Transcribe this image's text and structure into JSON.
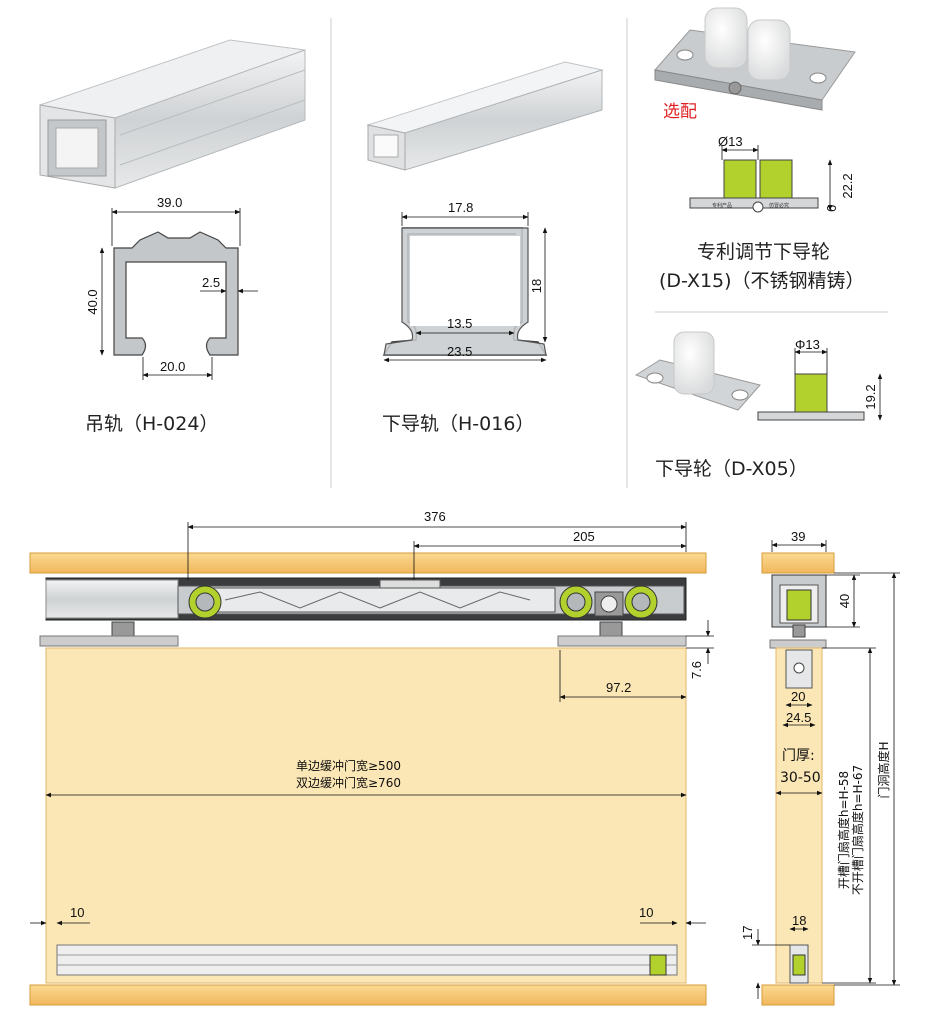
{
  "top": {
    "rail": {
      "caption": "吊轨（H-024）",
      "dims": {
        "width": "39.0",
        "height": "40.0",
        "bottom": "20.0",
        "wall": "2.5"
      }
    },
    "guide_rail": {
      "caption": "下导轨（H-016）",
      "dims": {
        "width": "17.8",
        "height": "18",
        "inner": "13.5",
        "bottom": "23.5"
      }
    },
    "optional": {
      "label": "选配",
      "wheel_dia": "Ø13",
      "wheel_height": "22.2",
      "wheel_offset": "6",
      "plate_text_1": "专利产品",
      "plate_text_2": "仿冒必究",
      "caption_line1": "专利调节下导轮",
      "caption_line2": "(D-X15)（不锈钢精铸）"
    },
    "guide_wheel": {
      "wheel_dia": "Φ13",
      "wheel_height": "19.2",
      "caption": "下导轮（D-X05）"
    }
  },
  "front": {
    "dims": {
      "overall": "376",
      "partial": "205",
      "offset": "97.2",
      "drop": "7.6",
      "left_gap": "10",
      "right_gap": "10"
    },
    "note_line1": "单边缓冲门宽≥500",
    "note_line2": "双边缓冲门宽≥760"
  },
  "side": {
    "dims": {
      "rail_width": "39",
      "rail_height": "40",
      "bracket_a": "20",
      "bracket_b": "24.5",
      "guide_width": "18",
      "guide_height": "17"
    },
    "thickness_label": "门厚:",
    "thickness_value": "30-50",
    "slotted_height": "开槽门扇高度h=H-58",
    "unslotted_height": "不开槽门扇高度h=H-67",
    "opening_height": "门洞高度H"
  },
  "colors": {
    "wood": "#fbe6b5",
    "wood_edge": "#e9b04a",
    "aluminium": "#c9ccce",
    "wheel_green": "#b2d12c",
    "highlight_red": "#e02020"
  }
}
